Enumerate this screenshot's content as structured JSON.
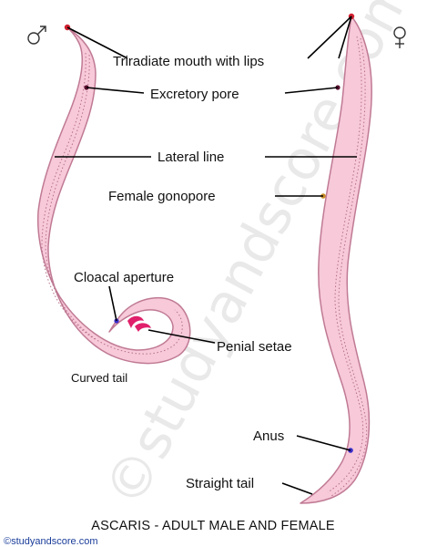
{
  "labels": {
    "mouth": "Triradiate mouth with lips",
    "excretory_pore": "Excretory pore",
    "lateral_line": "Lateral line",
    "female_gonopore": "Female gonopore",
    "cloacal_aperture": "Cloacal aperture",
    "penial_setae": "Penial setae",
    "curved_tail": "Curved tail",
    "anus": "Anus",
    "straight_tail": "Straight tail"
  },
  "symbols": {
    "male": "♂",
    "female": "♀"
  },
  "title": "ASCARIS - ADULT MALE AND FEMALE",
  "credit": "©studyandscore.com",
  "watermark": "©studyandscore.com",
  "colors": {
    "body_fill": "#f7c9d9",
    "body_outline": "#c07a94",
    "mouth": "#d0202f",
    "pore": "#5a1030",
    "gonopore": "#c8902a",
    "cloaca": "#3a2cc8",
    "setae": "#e0206a",
    "anus": "#3a2cc8",
    "credit": "#1a3d9a"
  }
}
